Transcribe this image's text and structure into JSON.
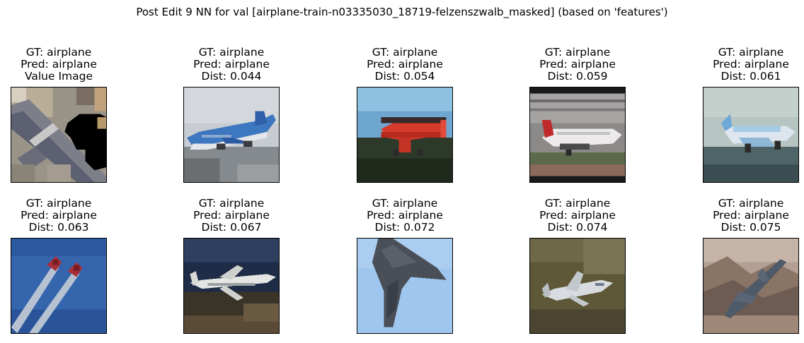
{
  "figure": {
    "suptitle": "Post Edit 9 NN for val [airplane-train-n03335030_18719-felzenszwalb_masked] (based on 'features')"
  },
  "panels": [
    {
      "gt": "GT: airplane",
      "pred": "Pred: airplane",
      "extra": "Value Image",
      "image": "masked-airplane-closeup"
    },
    {
      "gt": "GT: airplane",
      "pred": "Pred: airplane",
      "extra": "Dist: 0.044",
      "image": "blue-white-jet-on-tarmac"
    },
    {
      "gt": "GT: airplane",
      "pred": "Pred: airplane",
      "extra": "Dist: 0.054",
      "image": "red-biplane"
    },
    {
      "gt": "GT: airplane",
      "pred": "Pred: airplane",
      "extra": "Dist: 0.059",
      "image": "white-airliner-red-tail"
    },
    {
      "gt": "GT: airplane",
      "pred": "Pred: airplane",
      "extra": "Dist: 0.061",
      "image": "light-blue-airliner"
    },
    {
      "gt": "GT: airplane",
      "pred": "Pred: airplane",
      "extra": "Dist: 0.063",
      "image": "two-red-jets-smoke-trails"
    },
    {
      "gt": "GT: airplane",
      "pred": "Pred: airplane",
      "extra": "Dist: 0.067",
      "image": "white-airliner-aerial"
    },
    {
      "gt": "GT: airplane",
      "pred": "Pred: airplane",
      "extra": "Dist: 0.072",
      "image": "stealth-bomber-silhouette"
    },
    {
      "gt": "GT: airplane",
      "pred": "Pred: airplane",
      "extra": "Dist: 0.074",
      "image": "small-jet-over-ground"
    },
    {
      "gt": "GT: airplane",
      "pred": "Pred: airplane",
      "extra": "Dist: 0.075",
      "image": "dark-jet-over-mountains"
    }
  ]
}
